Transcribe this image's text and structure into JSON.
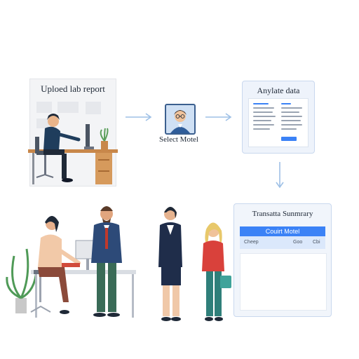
{
  "steps": {
    "upload": {
      "title": "Uploed lab report"
    },
    "select": {
      "caption": "Select Motel"
    },
    "analyze": {
      "title": "Anylate data"
    },
    "summary": {
      "title": "Transatta Sunmrary",
      "table_header": "Couirt Motel",
      "row": [
        "Cheep",
        "Goo",
        "Cbi"
      ]
    }
  },
  "colors": {
    "arrow": "#9ec0e6",
    "accent": "#3b82f6",
    "panel": "#eef3fb"
  },
  "icons": [
    "arrow-right-icon",
    "arrow-right-icon",
    "arrow-down-icon",
    "avatar-icon"
  ]
}
